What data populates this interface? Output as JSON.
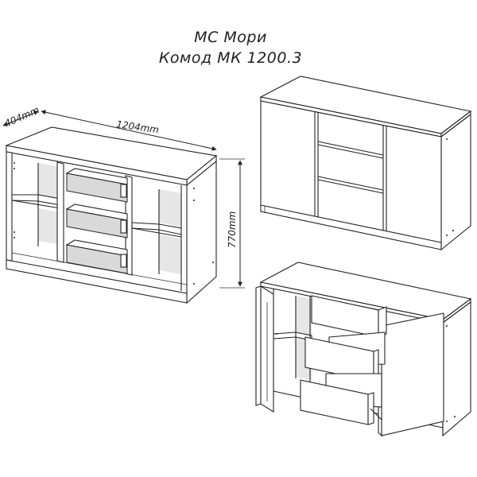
{
  "title": {
    "line1": "MC Мори",
    "line2": "Комод МК 1200.3"
  },
  "dimensions": {
    "depth": "404mm",
    "width": "1204mm",
    "height": "770mm"
  }
}
